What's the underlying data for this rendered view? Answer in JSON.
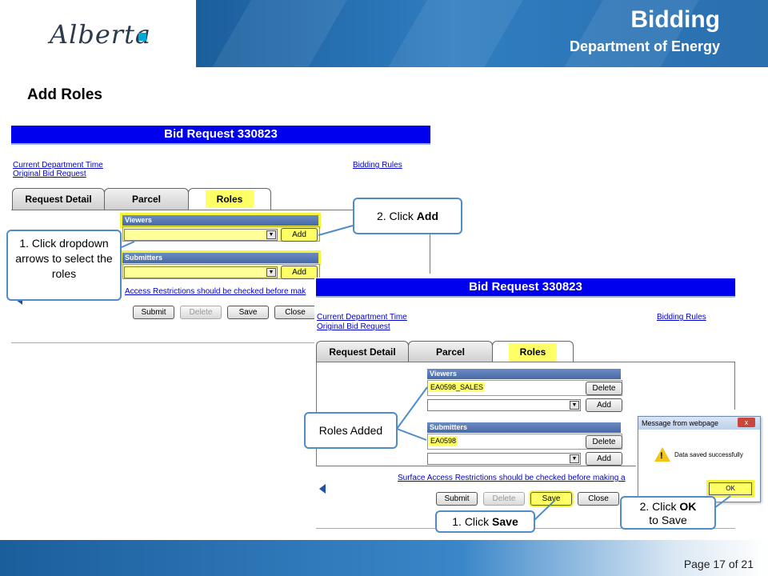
{
  "header": {
    "logo_text": "Alberta",
    "title": "Bidding",
    "subtitle": "Department of Energy"
  },
  "page_heading": "Add Roles",
  "screen1": {
    "bar_title": "Bid Request  330823",
    "link_time": "Current Department Time",
    "link_original": "Original Bid Request",
    "link_rules": "Bidding Rules",
    "tabs": [
      "Request Detail",
      "Parcel",
      "Roles"
    ],
    "viewers_label": "Viewers",
    "submitters_label": "Submitters",
    "add_label": "Add",
    "notice": "Access Restrictions should be checked before mak",
    "buttons": [
      "Submit",
      "Delete",
      "Save",
      "Close"
    ]
  },
  "screen2": {
    "bar_title": "Bid Request  330823",
    "link_time": "Current Department Time",
    "link_original": "Original Bid Request",
    "link_rules": "Bidding Rules",
    "tabs": [
      "Request Detail",
      "Parcel",
      "Roles"
    ],
    "viewers_label": "Viewers",
    "viewers_value": "EA0598_SALES",
    "submitters_label": "Submitters",
    "submitters_value": "EA0598",
    "delete_label": "Delete",
    "add_label": "Add",
    "notice": "Surface Access Restrictions should be checked before making a",
    "buttons": [
      "Submit",
      "Delete",
      "Save",
      "Close"
    ]
  },
  "dialog": {
    "title": "Message from webpage",
    "close": "x",
    "message": "Data saved successfully",
    "ok": "OK"
  },
  "callouts": {
    "add_prefix": "2. Click ",
    "add_bold": "Add",
    "dropdown": "1. Click dropdown arrows to select the roles",
    "roles_added": "Roles Added",
    "save_prefix": "1. Click ",
    "save_bold": "Save",
    "ok_prefix": "2. Click ",
    "ok_bold": "OK",
    "ok_suffix": "to Save"
  },
  "footer": {
    "page": "Page 17 of 21"
  }
}
